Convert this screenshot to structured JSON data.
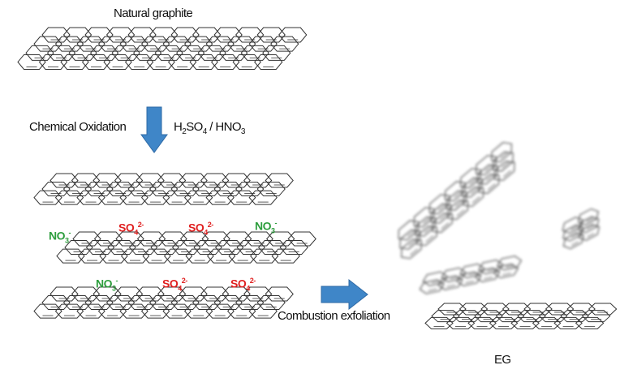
{
  "diagram": {
    "title_top": "Natural graphite",
    "step1_label": "Chemical Oxidation",
    "step1_reagent": {
      "a": "H",
      "a_sub": "2",
      "b": "SO",
      "b_sub": "4",
      "sep": " / ",
      "c": "HNO",
      "c_sub": "3"
    },
    "step2_label": "Combustion exfoliation",
    "product_label": "EG",
    "ions": {
      "nitrate": {
        "base": "NO",
        "sub": "3",
        "sup": "-"
      },
      "sulfate": {
        "base": "SO",
        "sub": "4",
        "sup": "2-"
      }
    },
    "colors": {
      "nitrate": "#2e9e3e",
      "sulfate": "#e02020",
      "arrow": "#3f86c8",
      "lines": "#333333"
    }
  }
}
